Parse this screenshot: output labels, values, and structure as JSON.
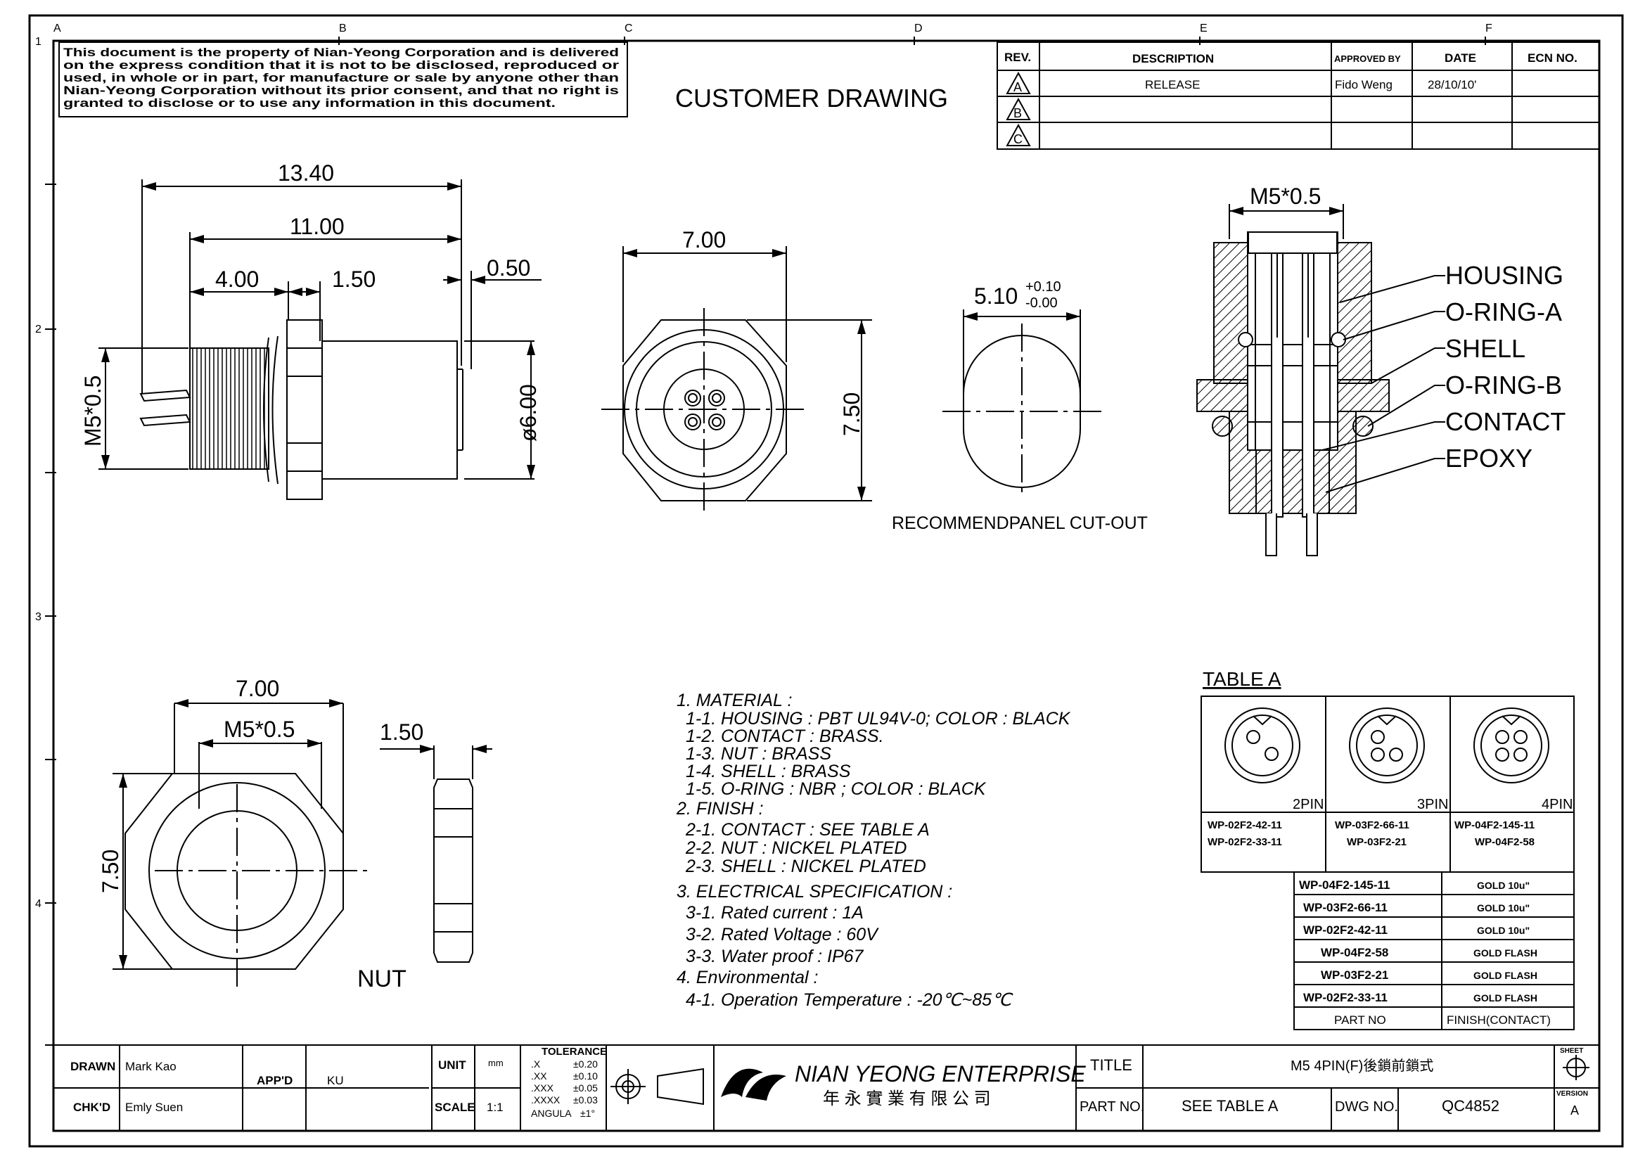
{
  "grid": {
    "columns": [
      "A",
      "B",
      "C",
      "D",
      "E",
      "F"
    ],
    "rows": [
      "1",
      "2",
      "3",
      "4"
    ]
  },
  "notice": {
    "line1": "This document is the property of Nian-Yeong Corporation and is delivered",
    "line2": "on  the  express condition that it is not to be disclosed, reproduced or",
    "line3": "used, in whole or in part, for manufacture or sale by anyone other than",
    "line4": "Nian-Yeong Corporation without  its prior consent, and that  no right  is",
    "line5": "granted to disclose or to use any information in this  document."
  },
  "drawing_title": "CUSTOMER  DRAWING",
  "revision_table": {
    "headers": [
      "REV.",
      "DESCRIPTION",
      "APPROVED BY",
      "DATE",
      "ECN NO."
    ],
    "rows": [
      {
        "rev": "A",
        "description": "RELEASE",
        "approved_by": "Fido  Weng",
        "date": "28/10/10'",
        "ecn": ""
      },
      {
        "rev": "B",
        "description": "",
        "approved_by": "",
        "date": "",
        "ecn": ""
      },
      {
        "rev": "C",
        "description": "",
        "approved_by": "",
        "date": "",
        "ecn": ""
      }
    ]
  },
  "side_view": {
    "dim_overall": "13.40",
    "dim_body": "11.00",
    "dim_thread": "4.00",
    "dim_nut": "1.50",
    "dim_step": "0.50",
    "dim_thread_dia": "M5*0.5",
    "dim_dia": "ø6.00"
  },
  "front_view": {
    "dim_width": "7.00",
    "dim_height": "7.50"
  },
  "cutout": {
    "dim_main": "5.10",
    "tol_plus": "+0.10",
    "tol_minus": "-0.00",
    "label": "RECOMMENDPANEL CUT-OUT"
  },
  "section_view": {
    "dim_thread": "M5*0.5",
    "labels": [
      "HOUSING",
      "O-RING-A",
      "SHELL",
      "O-RING-B",
      "CONTACT",
      "EPOXY"
    ]
  },
  "nut_view": {
    "dim_width": "7.00",
    "dim_thread": "M5*0.5",
    "dim_height": "7.50",
    "dim_thickness": "1.50",
    "label": "NUT"
  },
  "spec_notes": [
    "1.  MATERIAL  :",
    "  1-1.  HOUSING  :  PBT  UL94V-0;  COLOR  :  BLACK",
    "  1-2.  CONTACT  :  BRASS.",
    "  1-3.  NUT  :  BRASS",
    "  1-4.  SHELL  :  BRASS",
    "  1-5.  O-RING  :  NBR  ;  COLOR  :  BLACK",
    "2.  FINISH  :",
    "   2-1.  CONTACT  :  SEE  TABLE  A",
    "   2-2.  NUT  :  NICKEL  PLATED",
    "   2-3.  SHELL  :  NICKEL  PLATED",
    "3.  ELECTRICAL  SPECIFICATION  :",
    "   3-1.  Rated  current  :  1A",
    "   3-2.  Rated  Voltage  :  60V",
    "   3-3.  Water  proof  :  IP67",
    "4.  Environmental  :",
    "   4-1.  Operation  Temperature  :  -20℃~85℃"
  ],
  "table_a": {
    "title": "TABLE  A",
    "pins": [
      {
        "label": "2PIN",
        "parts": [
          "WP-02F2-42-11",
          "WP-02F2-33-11"
        ]
      },
      {
        "label": "3PIN",
        "parts": [
          "WP-03F2-66-11",
          "WP-03F2-21"
        ]
      },
      {
        "label": "4PIN",
        "parts": [
          "WP-04F2-145-11",
          "WP-04F2-58"
        ]
      }
    ],
    "finish_rows": [
      {
        "part": "WP-04F2-145-11",
        "finish": "GOLD  10u\""
      },
      {
        "part": "WP-03F2-66-11",
        "finish": "GOLD  10u\""
      },
      {
        "part": "WP-02F2-42-11",
        "finish": "GOLD  10u\""
      },
      {
        "part": "WP-04F2-58",
        "finish": "GOLD  FLASH"
      },
      {
        "part": "WP-03F2-21",
        "finish": "GOLD  FLASH"
      },
      {
        "part": "WP-02F2-33-11",
        "finish": "GOLD  FLASH"
      }
    ],
    "footer": {
      "part": "PART  NO",
      "finish": "FINISH(CONTACT)"
    }
  },
  "title_block": {
    "drawn_label": "DRAWN",
    "drawn_value": "Mark Kao",
    "checked_label": "CHK'D",
    "checked_value": "Emly Suen",
    "approved_label": "APP'D",
    "approved_value": "KU",
    "unit_label": "UNIT",
    "unit_value": "mm",
    "scale_label": "SCALE",
    "scale_value": "1:1",
    "tolerance_title": "TOLERANCE",
    "tolerances": [
      {
        "k": ".X",
        "v": "±0.20"
      },
      {
        "k": ".XX",
        "v": "±0.10"
      },
      {
        "k": ".XXX",
        "v": "±0.05"
      },
      {
        "k": ".XXXX",
        "v": "±0.03"
      },
      {
        "k": "ANGULA",
        "v": "±1°"
      }
    ],
    "company_name": "NIAN YEONG ENTERPRISE",
    "company_cn": "年 永 實 業 有 限 公 司",
    "title_label": "TITLE",
    "title_value": "M5  4PIN(F)後鎖前鎖式",
    "sheet_label": "SHEET",
    "partno_label": "PART NO.",
    "partno_value": "SEE  TABLE  A",
    "dwgno_label": "DWG NO.",
    "dwgno_value": "QC4852",
    "version_label": "VERSION",
    "version_value": "A"
  }
}
